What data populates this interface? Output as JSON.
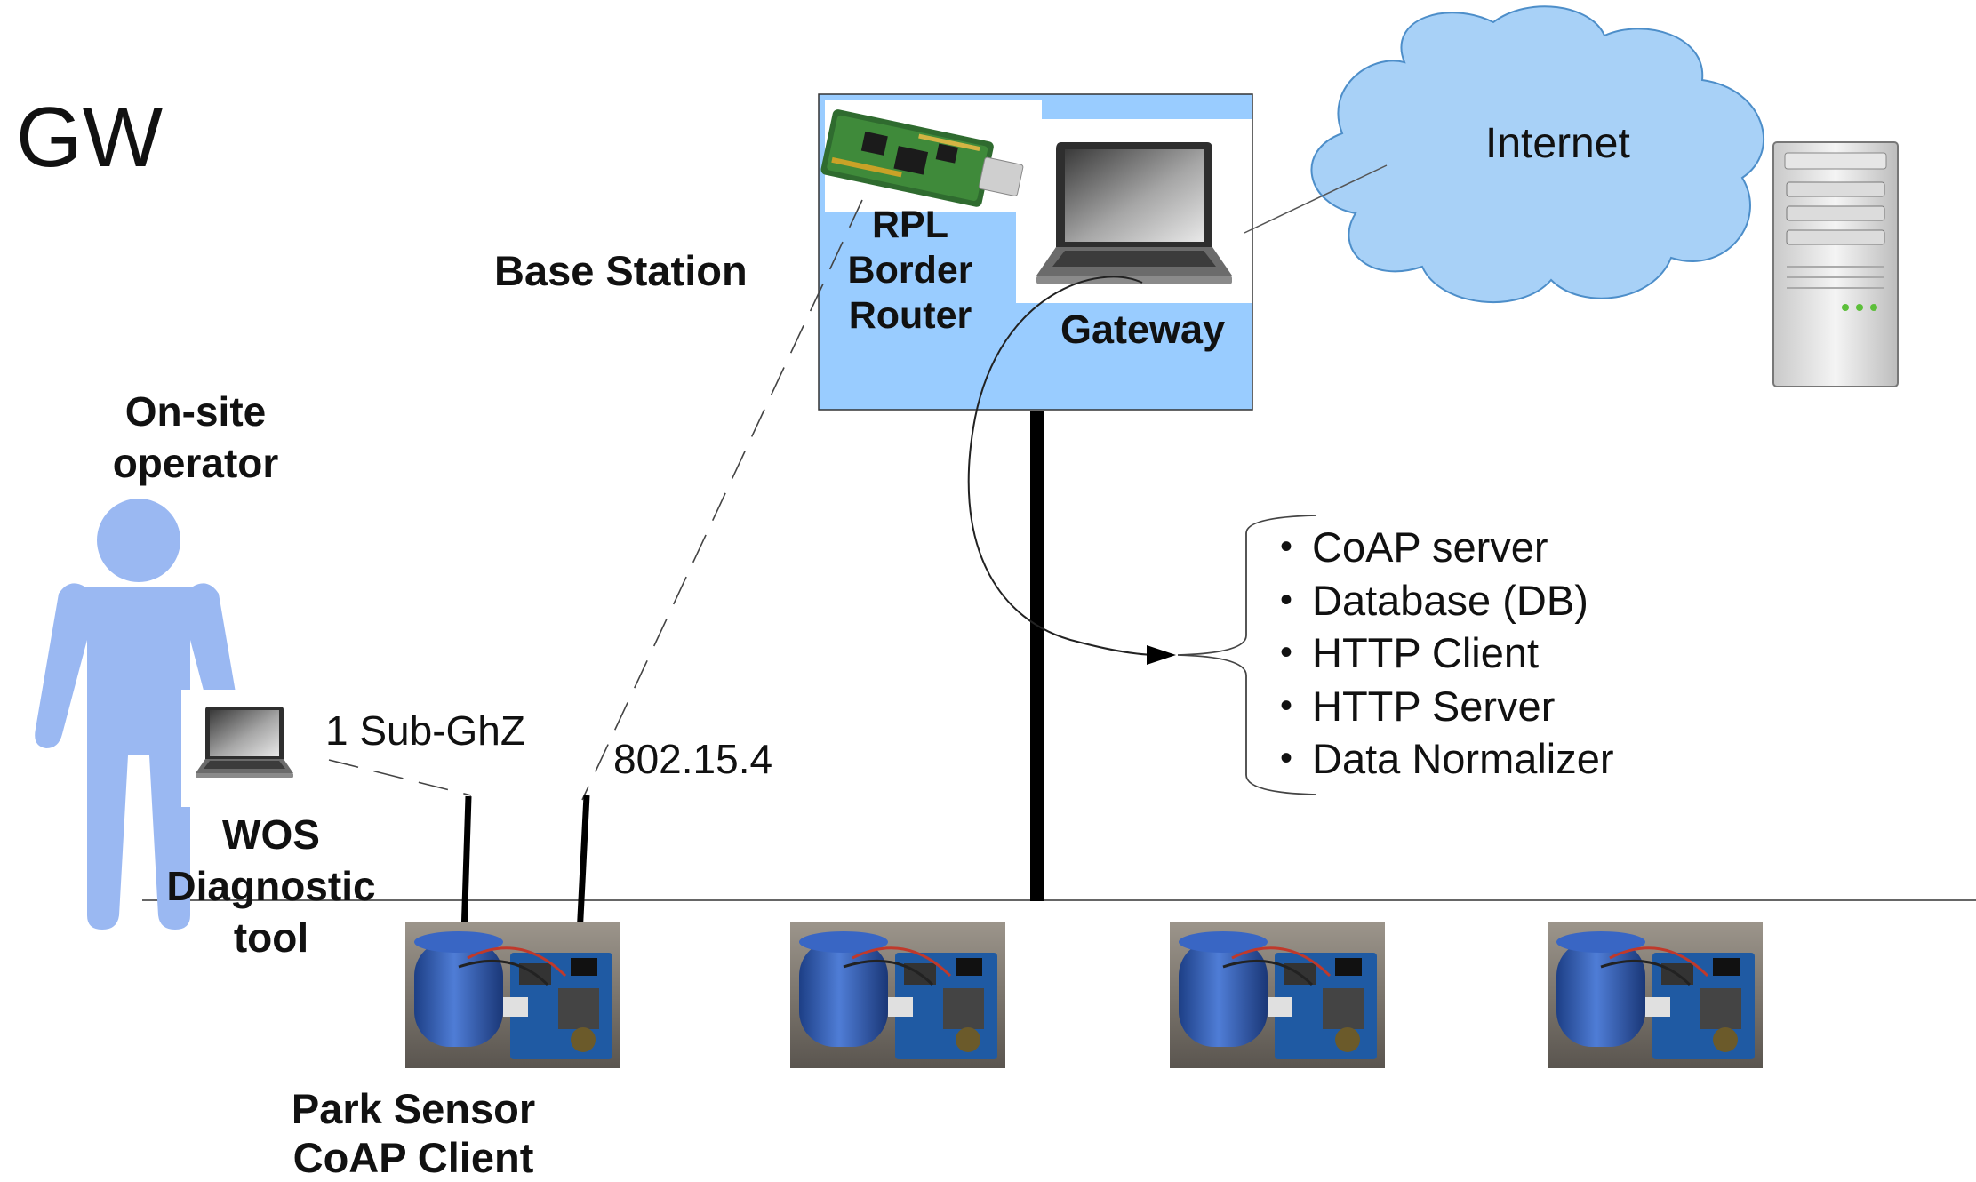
{
  "title": "GW",
  "labels": {
    "base_station": "Base Station",
    "rpl_border_router": [
      "RPL",
      "Border",
      "Router"
    ],
    "gateway": "Gateway",
    "internet": "Internet",
    "on_site_operator": [
      "On-site",
      "operator"
    ],
    "wos_tool": [
      "WOS",
      "Diagnostic",
      "tool"
    ],
    "sub_ghz": "1 Sub-GhZ",
    "ieee": "802.15.4",
    "park_sensor": [
      "Park Sensor",
      "CoAP Client"
    ]
  },
  "gateway_services": [
    "CoAP server",
    "Database (DB)",
    "HTTP Client",
    "HTTP Server",
    "Data Normalizer"
  ],
  "colors": {
    "base_station_box": "#99CCFF",
    "cloud": "#A8D1F7",
    "person": "#9AB8F2",
    "bus_line": "#000000"
  },
  "icons": [
    "rpl-board-icon",
    "laptop-icon",
    "cloud-icon",
    "server-icon",
    "person-icon",
    "sensor-board-icon"
  ]
}
